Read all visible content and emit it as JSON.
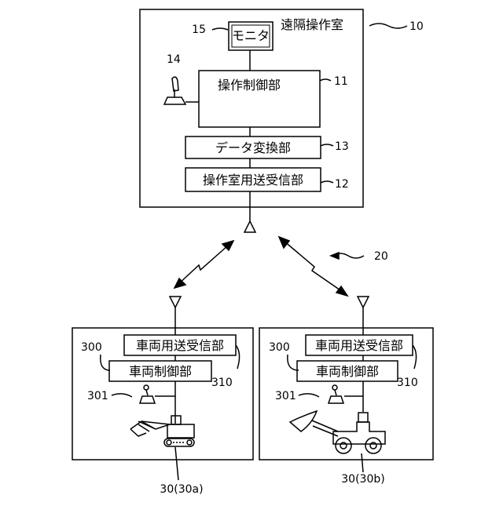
{
  "remote_room": {
    "title": "遠隔操作室",
    "ref": "10",
    "monitor": {
      "label": "モニタ",
      "ref": "15"
    },
    "lever_ref": "14",
    "control_unit": {
      "label": "操作制御部",
      "ref": "11"
    },
    "data_converter": {
      "label": "データ変換部",
      "ref": "13"
    },
    "transceiver": {
      "label": "操作室用送受信部",
      "ref": "12"
    }
  },
  "network_ref": "20",
  "vehicle_a": {
    "transceiver_label": "車両用送受信部",
    "transceiver_ref": "310",
    "control_label": "車両制御部",
    "control_ref": "300",
    "lever_ref": "301",
    "caption": "30(30a)"
  },
  "vehicle_b": {
    "transceiver_label": "車両用送受信部",
    "transceiver_ref": "310",
    "control_label": "車両制御部",
    "control_ref": "300",
    "lever_ref": "301",
    "caption": "30(30b)"
  }
}
